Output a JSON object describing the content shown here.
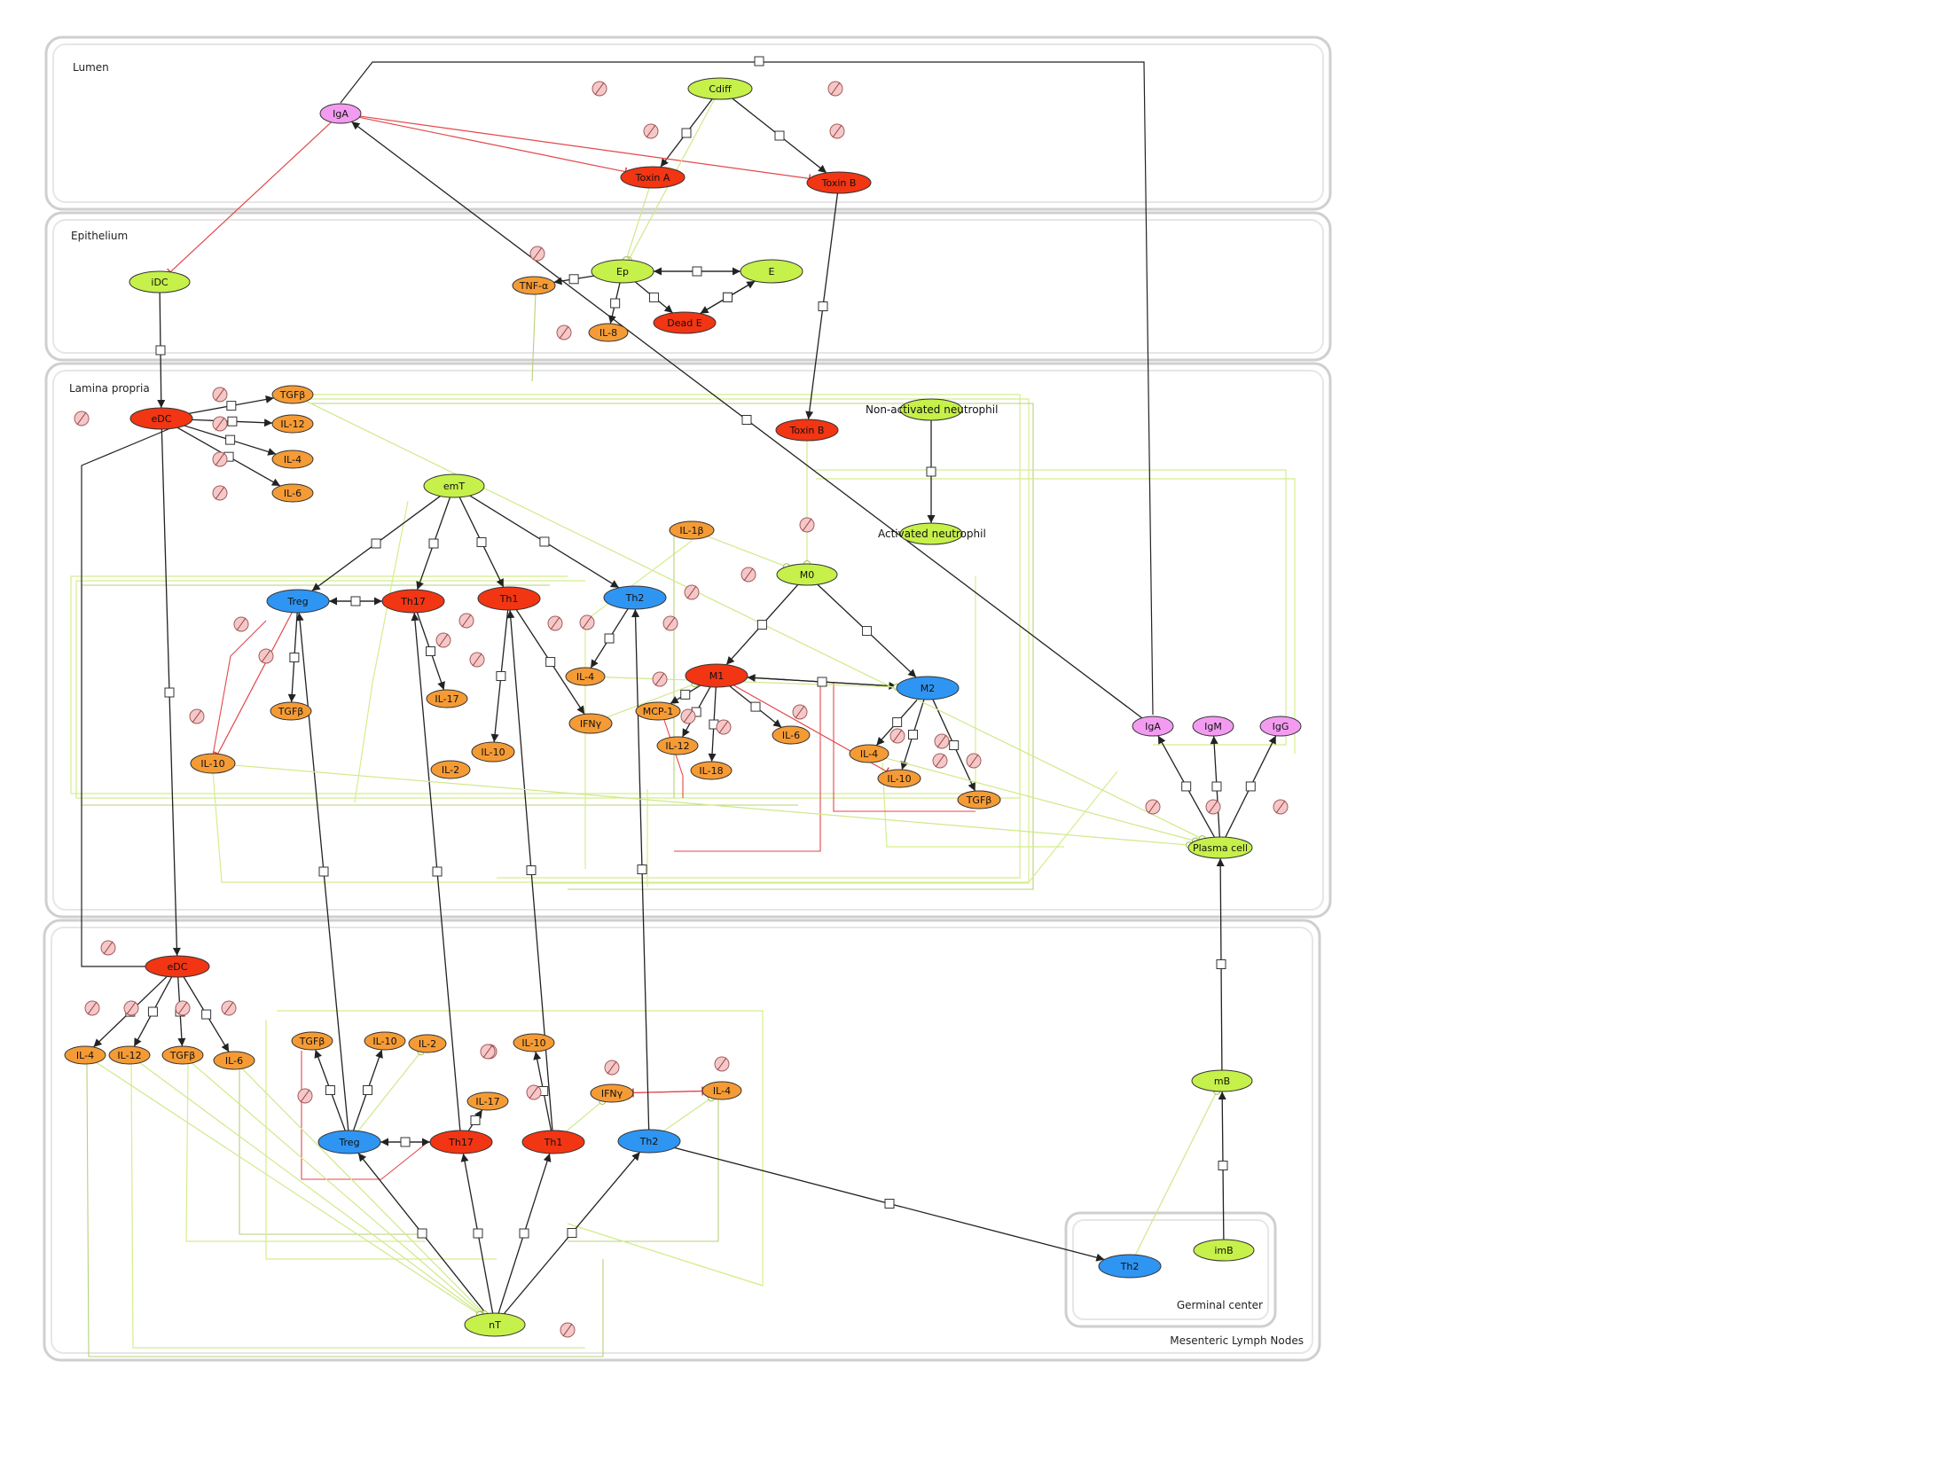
{
  "compartments": [
    {
      "id": "lumen",
      "label": "Lumen"
    },
    {
      "id": "epithelium",
      "label": "Epithelium"
    },
    {
      "id": "lamina",
      "label": "Lamina propria"
    },
    {
      "id": "mln",
      "label": "Mesenteric Lymph Nodes"
    },
    {
      "id": "gc",
      "label": "Germinal center"
    }
  ],
  "colors": {
    "lime": "#c6f04a",
    "red": "#f23513",
    "blue": "#2f95f2",
    "orange": "#f59b35",
    "pink": "#f39bf0"
  },
  "free_labels": {
    "nonactivated": "Non-activated neutrophil",
    "activated": "Activated neutrophil"
  },
  "nodes": [
    {
      "id": "cdiff",
      "label": "Cdiff",
      "color": "lime"
    },
    {
      "id": "iga_lumen",
      "label": "IgA",
      "color": "pink"
    },
    {
      "id": "toxinA",
      "label": "Toxin A",
      "color": "red"
    },
    {
      "id": "toxinB_lumen",
      "label": "Toxin B",
      "color": "red"
    },
    {
      "id": "idc",
      "label": "iDC",
      "color": "lime"
    },
    {
      "id": "ep",
      "label": "Ep",
      "color": "lime"
    },
    {
      "id": "e",
      "label": "E",
      "color": "lime"
    },
    {
      "id": "tnfa",
      "label": "TNF-α",
      "color": "orange"
    },
    {
      "id": "deadE",
      "label": "Dead E",
      "color": "red"
    },
    {
      "id": "il8",
      "label": "IL-8",
      "color": "orange"
    },
    {
      "id": "edc_lp",
      "label": "eDC",
      "color": "red"
    },
    {
      "id": "tgfb_lp",
      "label": "TGFβ",
      "color": "orange"
    },
    {
      "id": "il12_lp",
      "label": "IL-12",
      "color": "orange"
    },
    {
      "id": "il4_lp",
      "label": "IL-4",
      "color": "orange"
    },
    {
      "id": "il6_lp",
      "label": "IL-6",
      "color": "orange"
    },
    {
      "id": "emt",
      "label": "emT",
      "color": "lime"
    },
    {
      "id": "toxinB_lp",
      "label": "Toxin B",
      "color": "red"
    },
    {
      "id": "nan",
      "label": "",
      "color": "lime"
    },
    {
      "id": "an",
      "label": "",
      "color": "lime"
    },
    {
      "id": "il1b",
      "label": "IL-1β",
      "color": "orange"
    },
    {
      "id": "m0",
      "label": "M0",
      "color": "lime"
    },
    {
      "id": "treg_lp",
      "label": "Treg",
      "color": "blue"
    },
    {
      "id": "th17_lp",
      "label": "Th17",
      "color": "red"
    },
    {
      "id": "th1_lp",
      "label": "Th1",
      "color": "red"
    },
    {
      "id": "th2_lp",
      "label": "Th2",
      "color": "blue"
    },
    {
      "id": "m1",
      "label": "M1",
      "color": "red"
    },
    {
      "id": "m2",
      "label": "M2",
      "color": "blue"
    },
    {
      "id": "il17_lp",
      "label": "IL-17",
      "color": "orange"
    },
    {
      "id": "tgfb2_lp",
      "label": "TGFβ",
      "color": "orange"
    },
    {
      "id": "il4b_lp",
      "label": "IL-4",
      "color": "orange"
    },
    {
      "id": "mcp1",
      "label": "MCP-1",
      "color": "orange"
    },
    {
      "id": "ifng_lp",
      "label": "IFNγ",
      "color": "orange"
    },
    {
      "id": "il10a_lp",
      "label": "IL-10",
      "color": "orange"
    },
    {
      "id": "il2_lp",
      "label": "IL-2",
      "color": "orange"
    },
    {
      "id": "il10b_lp",
      "label": "IL-10",
      "color": "orange"
    },
    {
      "id": "il12b_lp",
      "label": "IL-12",
      "color": "orange"
    },
    {
      "id": "il18",
      "label": "IL-18",
      "color": "orange"
    },
    {
      "id": "il6b_lp",
      "label": "IL-6",
      "color": "orange"
    },
    {
      "id": "il4c_lp",
      "label": "IL-4",
      "color": "orange"
    },
    {
      "id": "il10c_lp",
      "label": "IL-10",
      "color": "orange"
    },
    {
      "id": "tgfb3_lp",
      "label": "TGFβ",
      "color": "orange"
    },
    {
      "id": "iga_lp",
      "label": "IgA",
      "color": "pink"
    },
    {
      "id": "igm",
      "label": "IgM",
      "color": "pink"
    },
    {
      "id": "igg",
      "label": "IgG",
      "color": "pink"
    },
    {
      "id": "plasma",
      "label": "Plasma cell",
      "color": "lime"
    },
    {
      "id": "edc_mln",
      "label": "eDC",
      "color": "red"
    },
    {
      "id": "il4_mln",
      "label": "IL-4",
      "color": "orange"
    },
    {
      "id": "il12_mln",
      "label": "IL-12",
      "color": "orange"
    },
    {
      "id": "tgfb_mln",
      "label": "TGFβ",
      "color": "orange"
    },
    {
      "id": "il6_mln",
      "label": "IL-6",
      "color": "orange"
    },
    {
      "id": "tgfb2_mln",
      "label": "TGFβ",
      "color": "orange"
    },
    {
      "id": "il10_mln",
      "label": "IL-10",
      "color": "orange"
    },
    {
      "id": "il2_mln",
      "label": "IL-2",
      "color": "orange"
    },
    {
      "id": "il10b_mln",
      "label": "IL-10",
      "color": "orange"
    },
    {
      "id": "il17_mln",
      "label": "IL-17",
      "color": "orange"
    },
    {
      "id": "ifng_mln",
      "label": "IFNγ",
      "color": "orange"
    },
    {
      "id": "il4b_mln",
      "label": "IL-4",
      "color": "orange"
    },
    {
      "id": "treg_mln",
      "label": "Treg",
      "color": "blue"
    },
    {
      "id": "th17_mln",
      "label": "Th17",
      "color": "red"
    },
    {
      "id": "th1_mln",
      "label": "Th1",
      "color": "red"
    },
    {
      "id": "th2_mln",
      "label": "Th2",
      "color": "blue"
    },
    {
      "id": "nt",
      "label": "nT",
      "color": "lime"
    },
    {
      "id": "mb",
      "label": "mB",
      "color": "lime"
    },
    {
      "id": "th2_gc",
      "label": "Th2",
      "color": "blue"
    },
    {
      "id": "imb",
      "label": "imB",
      "color": "lime"
    }
  ],
  "edges": [
    {
      "from": "cdiff",
      "to": "toxinA",
      "style": "black"
    },
    {
      "from": "cdiff",
      "to": "toxinB_lumen",
      "style": "black"
    },
    {
      "from": "iga_lumen",
      "to": "toxinB_lumen",
      "style": "red"
    },
    {
      "from": "iga_lumen",
      "to": "toxinA",
      "style": "red"
    },
    {
      "from": "iga_lumen",
      "to": "idc",
      "style": "red"
    },
    {
      "from": "idc",
      "to": "edc_lp",
      "style": "black"
    },
    {
      "from": "ep",
      "to": "e",
      "style": "black"
    },
    {
      "from": "e",
      "to": "ep",
      "style": "black"
    },
    {
      "from": "ep",
      "to": "deadE",
      "style": "black"
    },
    {
      "from": "e",
      "to": "deadE",
      "style": "black"
    },
    {
      "from": "deadE",
      "to": "e",
      "style": "black"
    },
    {
      "from": "ep",
      "to": "tnfa",
      "style": "black"
    },
    {
      "from": "ep",
      "to": "il8",
      "style": "black"
    },
    {
      "from": "toxinB_lumen",
      "to": "toxinB_lp",
      "style": "black"
    },
    {
      "from": "cdiff",
      "to": "ep",
      "style": "green"
    },
    {
      "from": "toxinA",
      "to": "ep",
      "style": "green"
    },
    {
      "from": "edc_lp",
      "to": "tgfb_lp",
      "style": "black"
    },
    {
      "from": "edc_lp",
      "to": "il12_lp",
      "style": "black"
    },
    {
      "from": "edc_lp",
      "to": "il4_lp",
      "style": "black"
    },
    {
      "from": "edc_lp",
      "to": "il6_lp",
      "style": "black"
    },
    {
      "from": "edc_lp",
      "to": "edc_mln",
      "style": "black"
    },
    {
      "from": "emt",
      "to": "treg_lp",
      "style": "black"
    },
    {
      "from": "emt",
      "to": "th17_lp",
      "style": "black"
    },
    {
      "from": "emt",
      "to": "th1_lp",
      "style": "black"
    },
    {
      "from": "emt",
      "to": "th2_lp",
      "style": "black"
    },
    {
      "from": "treg_lp",
      "to": "th17_lp",
      "style": "black"
    },
    {
      "from": "th17_lp",
      "to": "treg_lp",
      "style": "black"
    },
    {
      "from": "m0",
      "to": "m1",
      "style": "black"
    },
    {
      "from": "m0",
      "to": "m2",
      "style": "black"
    },
    {
      "from": "m1",
      "to": "m2",
      "style": "black"
    },
    {
      "from": "m2",
      "to": "m1",
      "style": "black"
    },
    {
      "from": "nan",
      "to": "an",
      "style": "black"
    },
    {
      "from": "toxinB_lp",
      "to": "m0",
      "style": "green"
    },
    {
      "from": "il1b",
      "to": "m0",
      "style": "green"
    },
    {
      "from": "treg_lp",
      "to": "tgfb2_lp",
      "style": "black"
    },
    {
      "from": "treg_lp",
      "to": "il10a_lp",
      "style": "red"
    },
    {
      "from": "th17_lp",
      "to": "il17_lp",
      "style": "black"
    },
    {
      "from": "th1_lp",
      "to": "il10b_lp",
      "style": "black"
    },
    {
      "from": "th1_lp",
      "to": "ifng_lp",
      "style": "black"
    },
    {
      "from": "th2_lp",
      "to": "il4b_lp",
      "style": "black"
    },
    {
      "from": "m1",
      "to": "il12b_lp",
      "style": "black"
    },
    {
      "from": "m1",
      "to": "il18",
      "style": "black"
    },
    {
      "from": "m1",
      "to": "il6b_lp",
      "style": "black"
    },
    {
      "from": "m1",
      "to": "mcp1",
      "style": "black"
    },
    {
      "from": "m2",
      "to": "il4c_lp",
      "style": "black"
    },
    {
      "from": "m2",
      "to": "il10c_lp",
      "style": "black"
    },
    {
      "from": "m2",
      "to": "tgfb3_lp",
      "style": "black"
    },
    {
      "from": "ifng_lp",
      "to": "m1",
      "style": "green"
    },
    {
      "from": "il4b_lp",
      "to": "m2",
      "style": "green"
    },
    {
      "from": "m1",
      "to": "il10c_lp",
      "style": "red"
    },
    {
      "from": "plasma",
      "to": "iga_lp",
      "style": "black"
    },
    {
      "from": "plasma",
      "to": "igm",
      "style": "black"
    },
    {
      "from": "plasma",
      "to": "igg",
      "style": "black"
    },
    {
      "from": "iga_lp",
      "to": "iga_lumen",
      "style": "black"
    },
    {
      "from": "mb",
      "to": "plasma",
      "style": "black"
    },
    {
      "from": "imb",
      "to": "mb",
      "style": "black"
    },
    {
      "from": "th2_gc",
      "to": "mb",
      "style": "green"
    },
    {
      "from": "edc_mln",
      "to": "il4_mln",
      "style": "black"
    },
    {
      "from": "edc_mln",
      "to": "il12_mln",
      "style": "black"
    },
    {
      "from": "edc_mln",
      "to": "tgfb_mln",
      "style": "black"
    },
    {
      "from": "edc_mln",
      "to": "il6_mln",
      "style": "black"
    },
    {
      "from": "nt",
      "to": "treg_mln",
      "style": "black"
    },
    {
      "from": "nt",
      "to": "th17_mln",
      "style": "black"
    },
    {
      "from": "nt",
      "to": "th1_mln",
      "style": "black"
    },
    {
      "from": "nt",
      "to": "th2_mln",
      "style": "black"
    },
    {
      "from": "treg_mln",
      "to": "th17_mln",
      "style": "black"
    },
    {
      "from": "th17_mln",
      "to": "treg_mln",
      "style": "black"
    },
    {
      "from": "th17_mln",
      "to": "il17_mln",
      "style": "black"
    },
    {
      "from": "th1_mln",
      "to": "il10b_mln",
      "style": "black"
    },
    {
      "from": "treg_mln",
      "to": "il10_mln",
      "style": "black"
    },
    {
      "from": "treg_mln",
      "to": "tgfb2_mln",
      "style": "black"
    },
    {
      "from": "treg_mln",
      "to": "il2_mln",
      "style": "green"
    },
    {
      "from": "th1_mln",
      "to": "ifng_mln",
      "style": "green"
    },
    {
      "from": "th2_mln",
      "to": "il4b_mln",
      "style": "green"
    },
    {
      "from": "ifng_mln",
      "to": "il4b_mln",
      "style": "red"
    },
    {
      "from": "il4b_mln",
      "to": "ifng_mln",
      "style": "red"
    },
    {
      "from": "treg_mln",
      "to": "treg_lp",
      "style": "black"
    },
    {
      "from": "th17_mln",
      "to": "th17_lp",
      "style": "black"
    },
    {
      "from": "th1_mln",
      "to": "th1_lp",
      "style": "black"
    },
    {
      "from": "th2_mln",
      "to": "th2_lp",
      "style": "black"
    },
    {
      "from": "th2_mln",
      "to": "th2_gc",
      "style": "black"
    },
    {
      "from": "tgfb_mln",
      "to": "nt",
      "style": "green"
    },
    {
      "from": "il6_mln",
      "to": "nt",
      "style": "green"
    },
    {
      "from": "il12_mln",
      "to": "nt",
      "style": "green"
    },
    {
      "from": "il4_mln",
      "to": "nt",
      "style": "green"
    },
    {
      "from": "tgfb_lp",
      "to": "plasma",
      "style": "green"
    },
    {
      "from": "il10a_lp",
      "to": "plasma",
      "style": "green"
    },
    {
      "from": "il4c_lp",
      "to": "plasma",
      "style": "green"
    }
  ]
}
